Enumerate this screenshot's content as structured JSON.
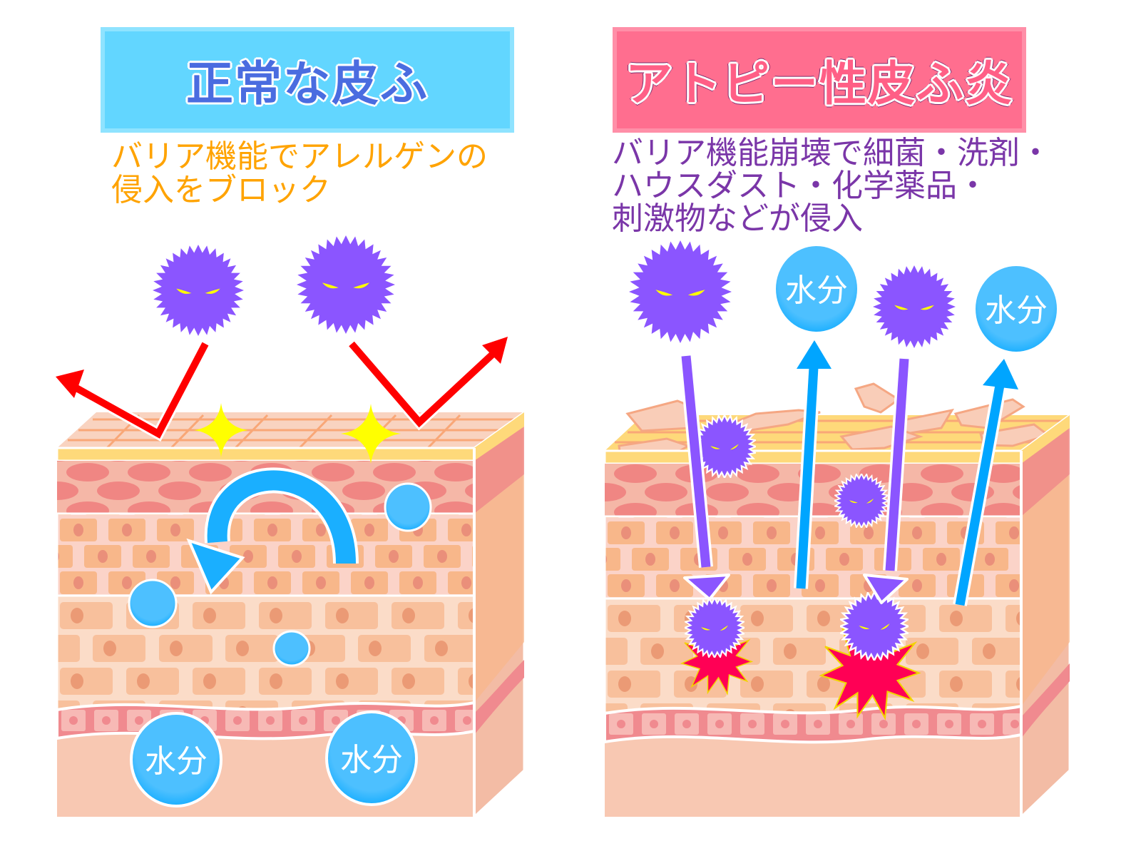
{
  "panels": {
    "normal": {
      "title": "正常な皮ふ",
      "description_lines": [
        "バリア機能でアレルゲンの",
        "侵入をブロック"
      ],
      "moisture_labels": [
        "水分",
        "水分"
      ],
      "title_bg_color": "#62d6ff",
      "title_text_color": "#4a6ce0",
      "description_color": "#ffa300",
      "elements": [
        "allergen-germ",
        "allergen-germ",
        "deflect-arrow-red",
        "deflect-arrow-red",
        "sparkle",
        "sparkle",
        "moisture-circulation-arrow",
        "moisture-droplet",
        "moisture-droplet",
        "moisture-droplet"
      ]
    },
    "atopic": {
      "title": "アトピー性皮ふ炎",
      "description_lines": [
        "バリア機能崩壊で細菌・洗剤・",
        "ハウスダスト・化学薬品・",
        "刺激物などが侵入"
      ],
      "moisture_labels": [
        "水分",
        "水分"
      ],
      "title_bg_color": "#ff6e8f",
      "title_text_color": "#ff5f86",
      "description_color": "#7a36a8",
      "elements": [
        "allergen-germ",
        "allergen-germ",
        "invading-arrow-purple",
        "invading-arrow-purple",
        "moisture-escape-arrow-blue",
        "moisture-escape-arrow-blue",
        "peeling-scales",
        "inflammation-burst",
        "inflammation-burst"
      ]
    }
  },
  "colors": {
    "germ": "#8b55ff",
    "germ_eyes": "#ffff00",
    "red_arrow": "#ff0000",
    "sparkle": "#ffff00",
    "moisture": "#1aafff",
    "moisture_light": "#4dc0ff",
    "inflammation": "#ff0055",
    "stratum_corneum_top": "#f9d3c0",
    "yellow_stripe": "#fed97a",
    "red_layer_bg": "#f5b7a7",
    "red_ovals": "#f08683",
    "brick_bg": "#fbd3c8",
    "brick_cell": "#f8b78a",
    "brick_nucleus": "#ea8f7a",
    "lower_brick_bg": "#fbdcc8",
    "lower_brick_cell": "#f8c09c",
    "basal_layer": "#f08a8f",
    "basal_cell": "#f7b9b5",
    "dermis": "#f8c8b2",
    "side_face": "#f3bca5"
  }
}
